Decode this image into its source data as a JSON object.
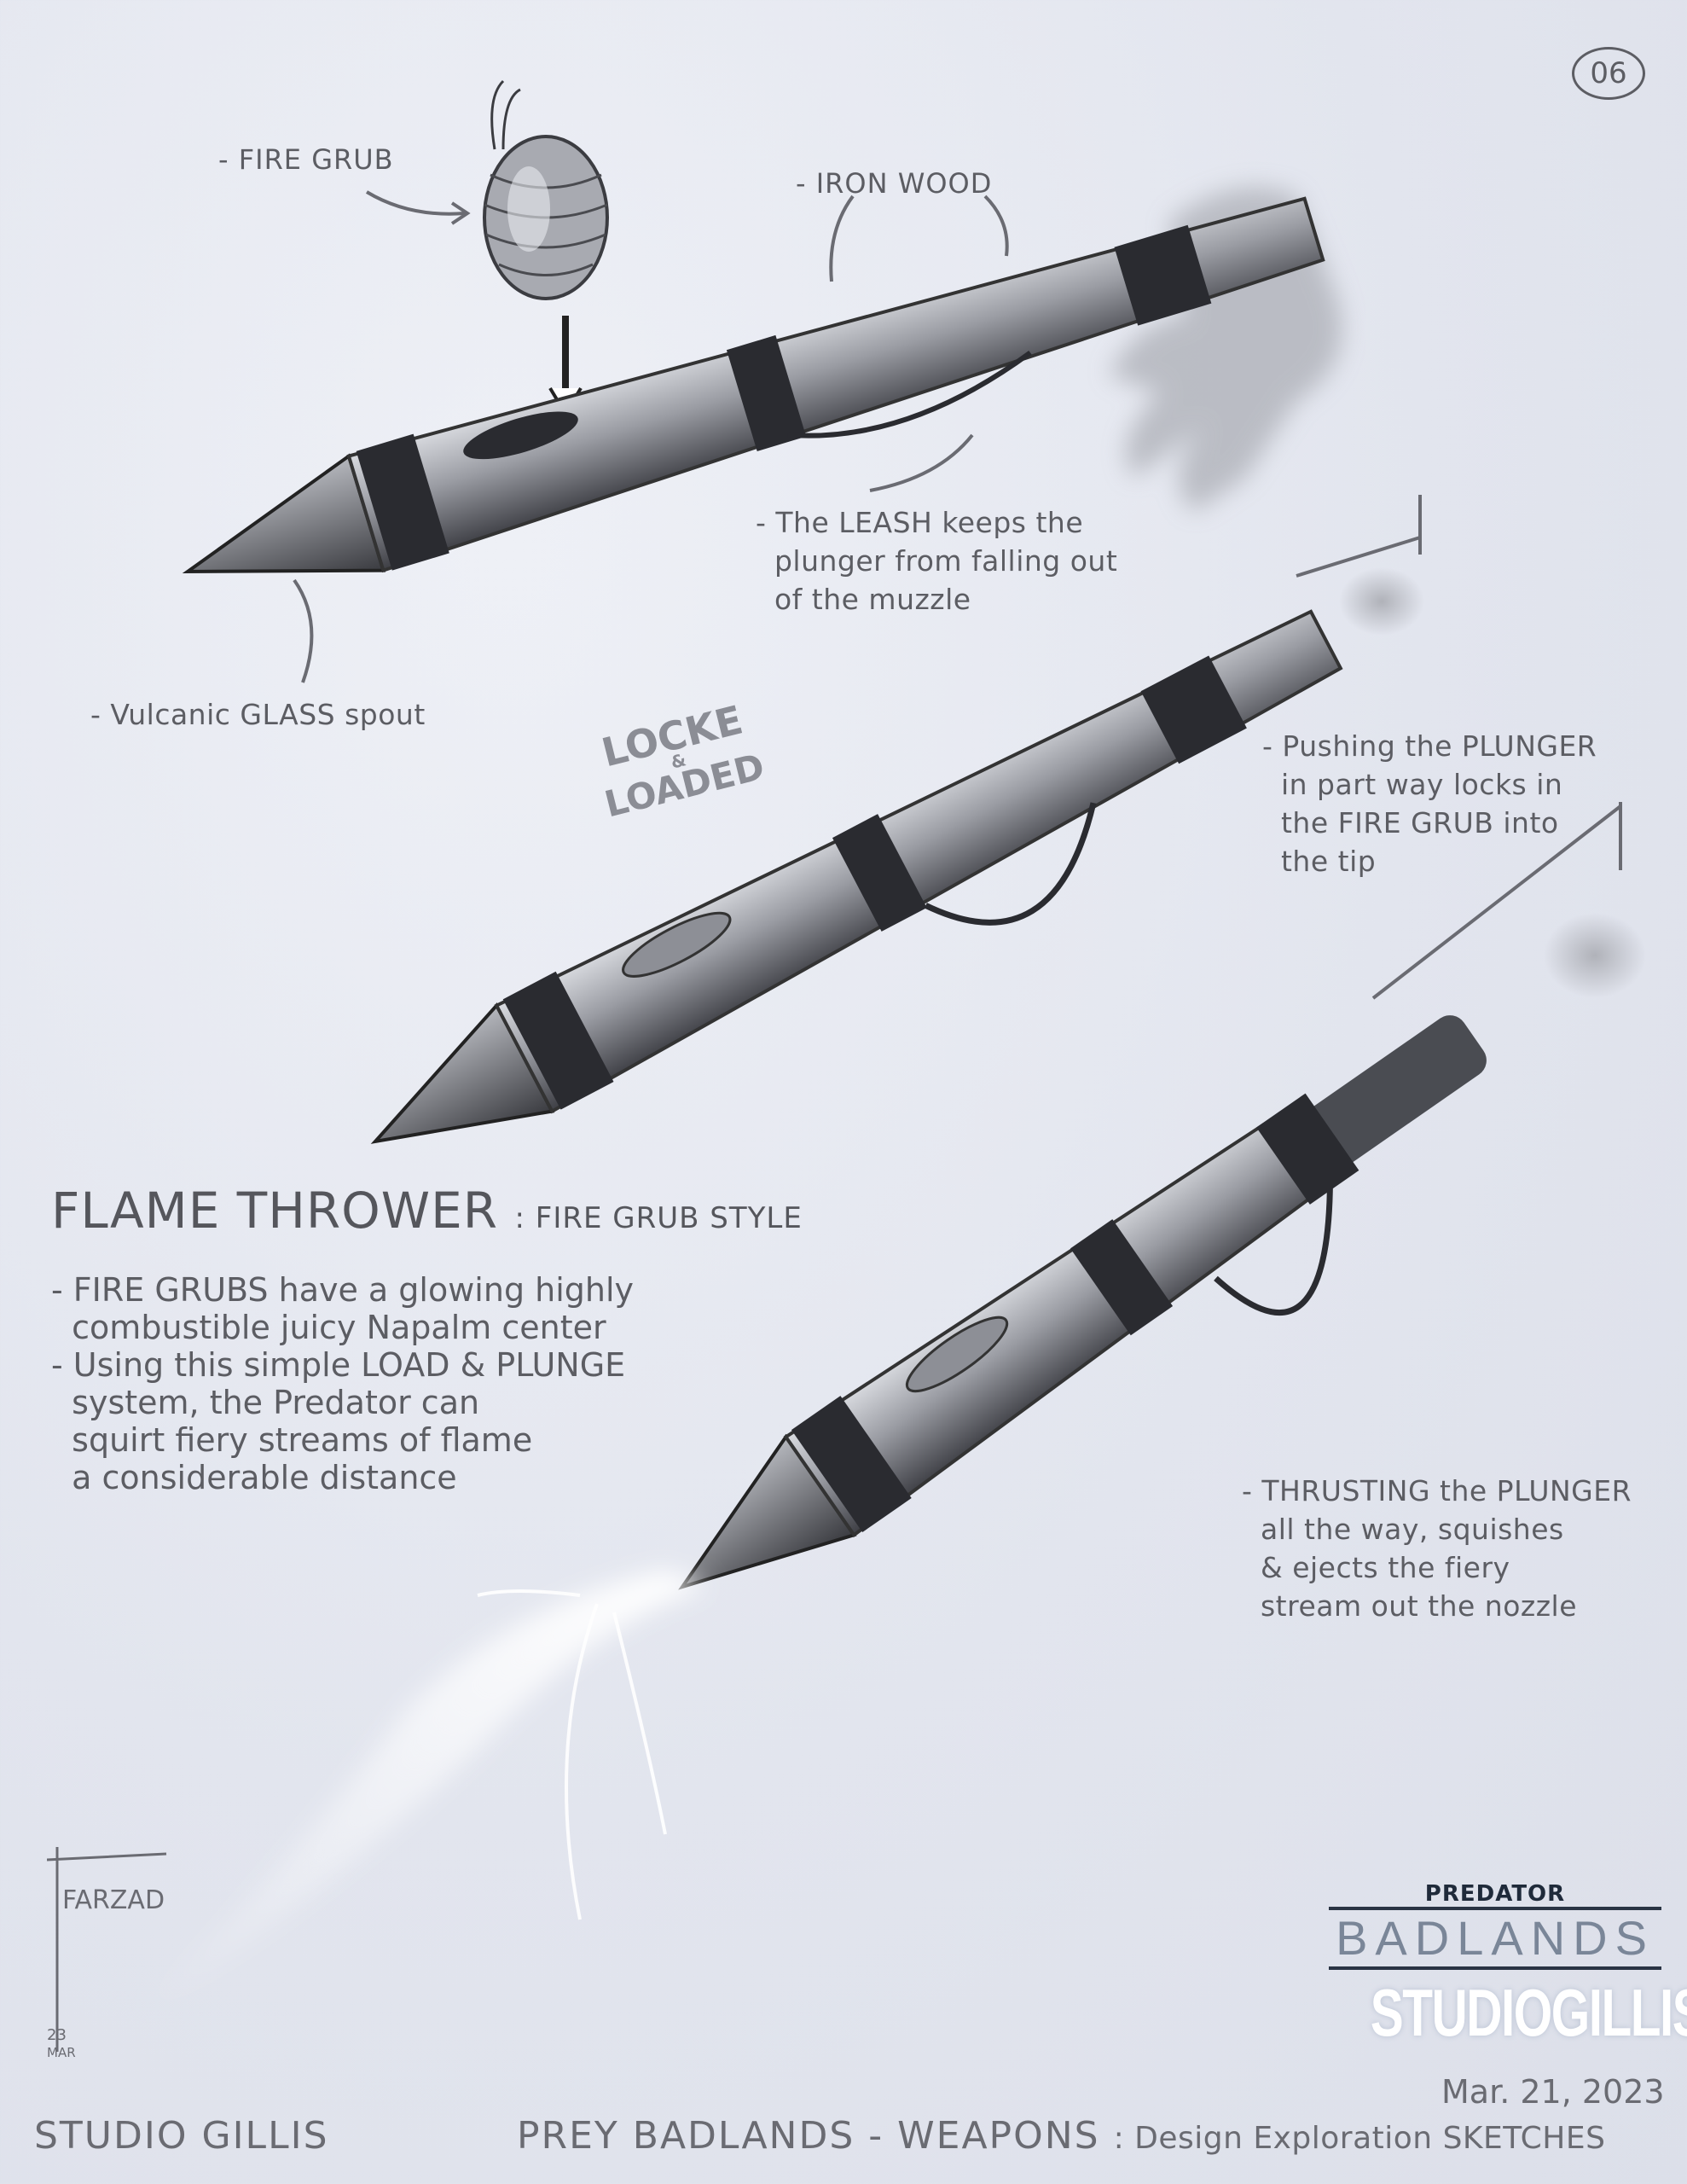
{
  "page_number": "06",
  "callouts": {
    "fire_grub": "- FIRE GRUB",
    "iron_wood": "- IRON WOOD",
    "leash": "- The LEASH keeps the\n  plunger from falling out\n  of the muzzle",
    "spout": "- Vulcanic GLASS spout",
    "pushing": "- Pushing the PLUNGER\n  in part way locks in\n  the FIRE GRUB into\n  the tip",
    "thrusting": "- THRUSTING the PLUNGER\n  all the way, squishes\n  & ejects the fiery\n  stream out the nozzle"
  },
  "stamp": {
    "line1": "LOCKE",
    "amp": "&",
    "line2": "LOADED"
  },
  "heading": {
    "title": "FLAME THROWER",
    "subtitle": ": FIRE GRUB STYLE"
  },
  "bullets": "- FIRE GRUBS have a glowing highly\n  combustible juicy Napalm center\n- Using this simple LOAD & PLUNGE\n  system, the Predator can\n  squirt fiery streams of flame\n  a considerable distance",
  "signature": {
    "name": "FARZAD",
    "day": "23",
    "month": "MAR"
  },
  "logo": {
    "top": "PREDATOR",
    "middle": "BADLANDS",
    "studio": "STUDIOGILLIS"
  },
  "date": "Mar. 21, 2023",
  "footer": {
    "left": "STUDIO GILLIS",
    "project": "PREY BADLANDS - WEAPONS",
    "description": ": Design Exploration SKETCHES"
  },
  "colors": {
    "background": "#e2e5ee",
    "ink": "#5c5d63",
    "wrap": "#2a2b30"
  }
}
